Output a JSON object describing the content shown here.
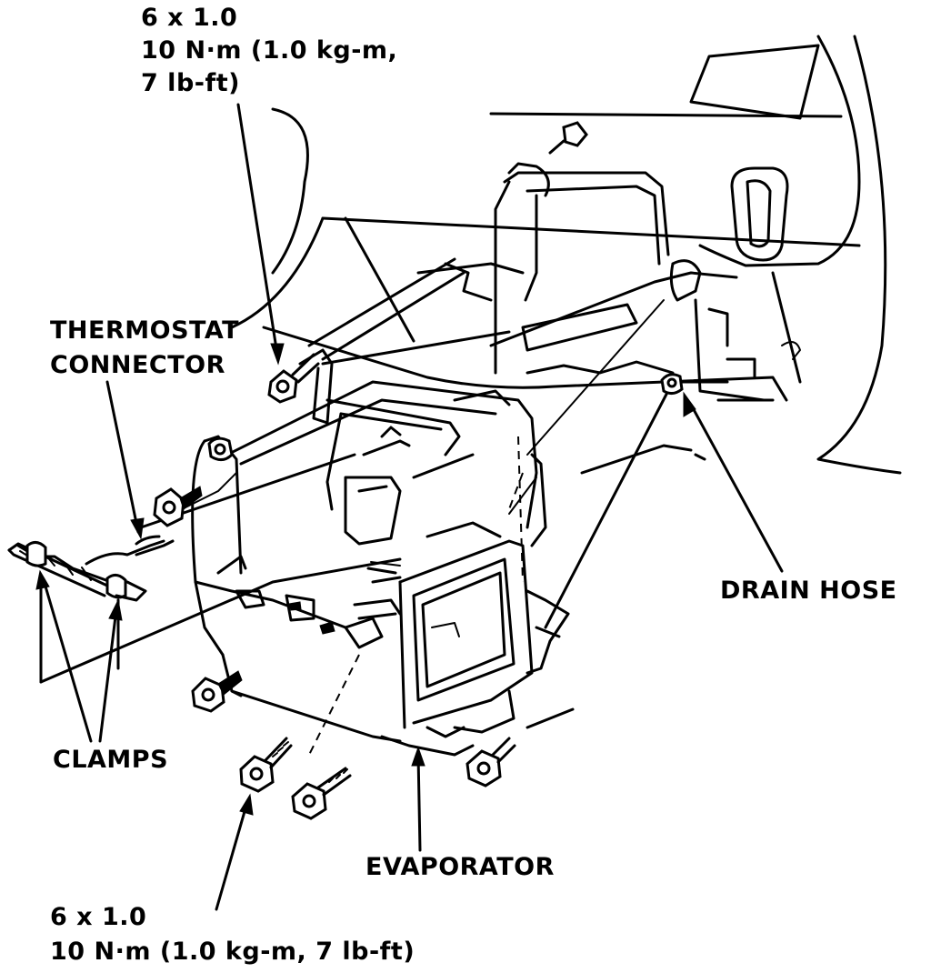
{
  "labels": {
    "top_bolt": [
      "6 x 1.0",
      "10 N·m (1.0 kg-m,",
      "7 lb-ft)"
    ],
    "thermostat": [
      "THERMOSTAT",
      "CONNECTOR"
    ],
    "drain_hose": "DRAIN HOSE",
    "clamps": "CLAMPS",
    "evaporator": "EVAPORATOR",
    "bottom_bolt": [
      "6 x 1.0",
      "10 N·m (1.0 kg-m, 7 lb-ft)"
    ]
  },
  "colors": {
    "ink": "#000000",
    "paper": "#ffffff"
  }
}
